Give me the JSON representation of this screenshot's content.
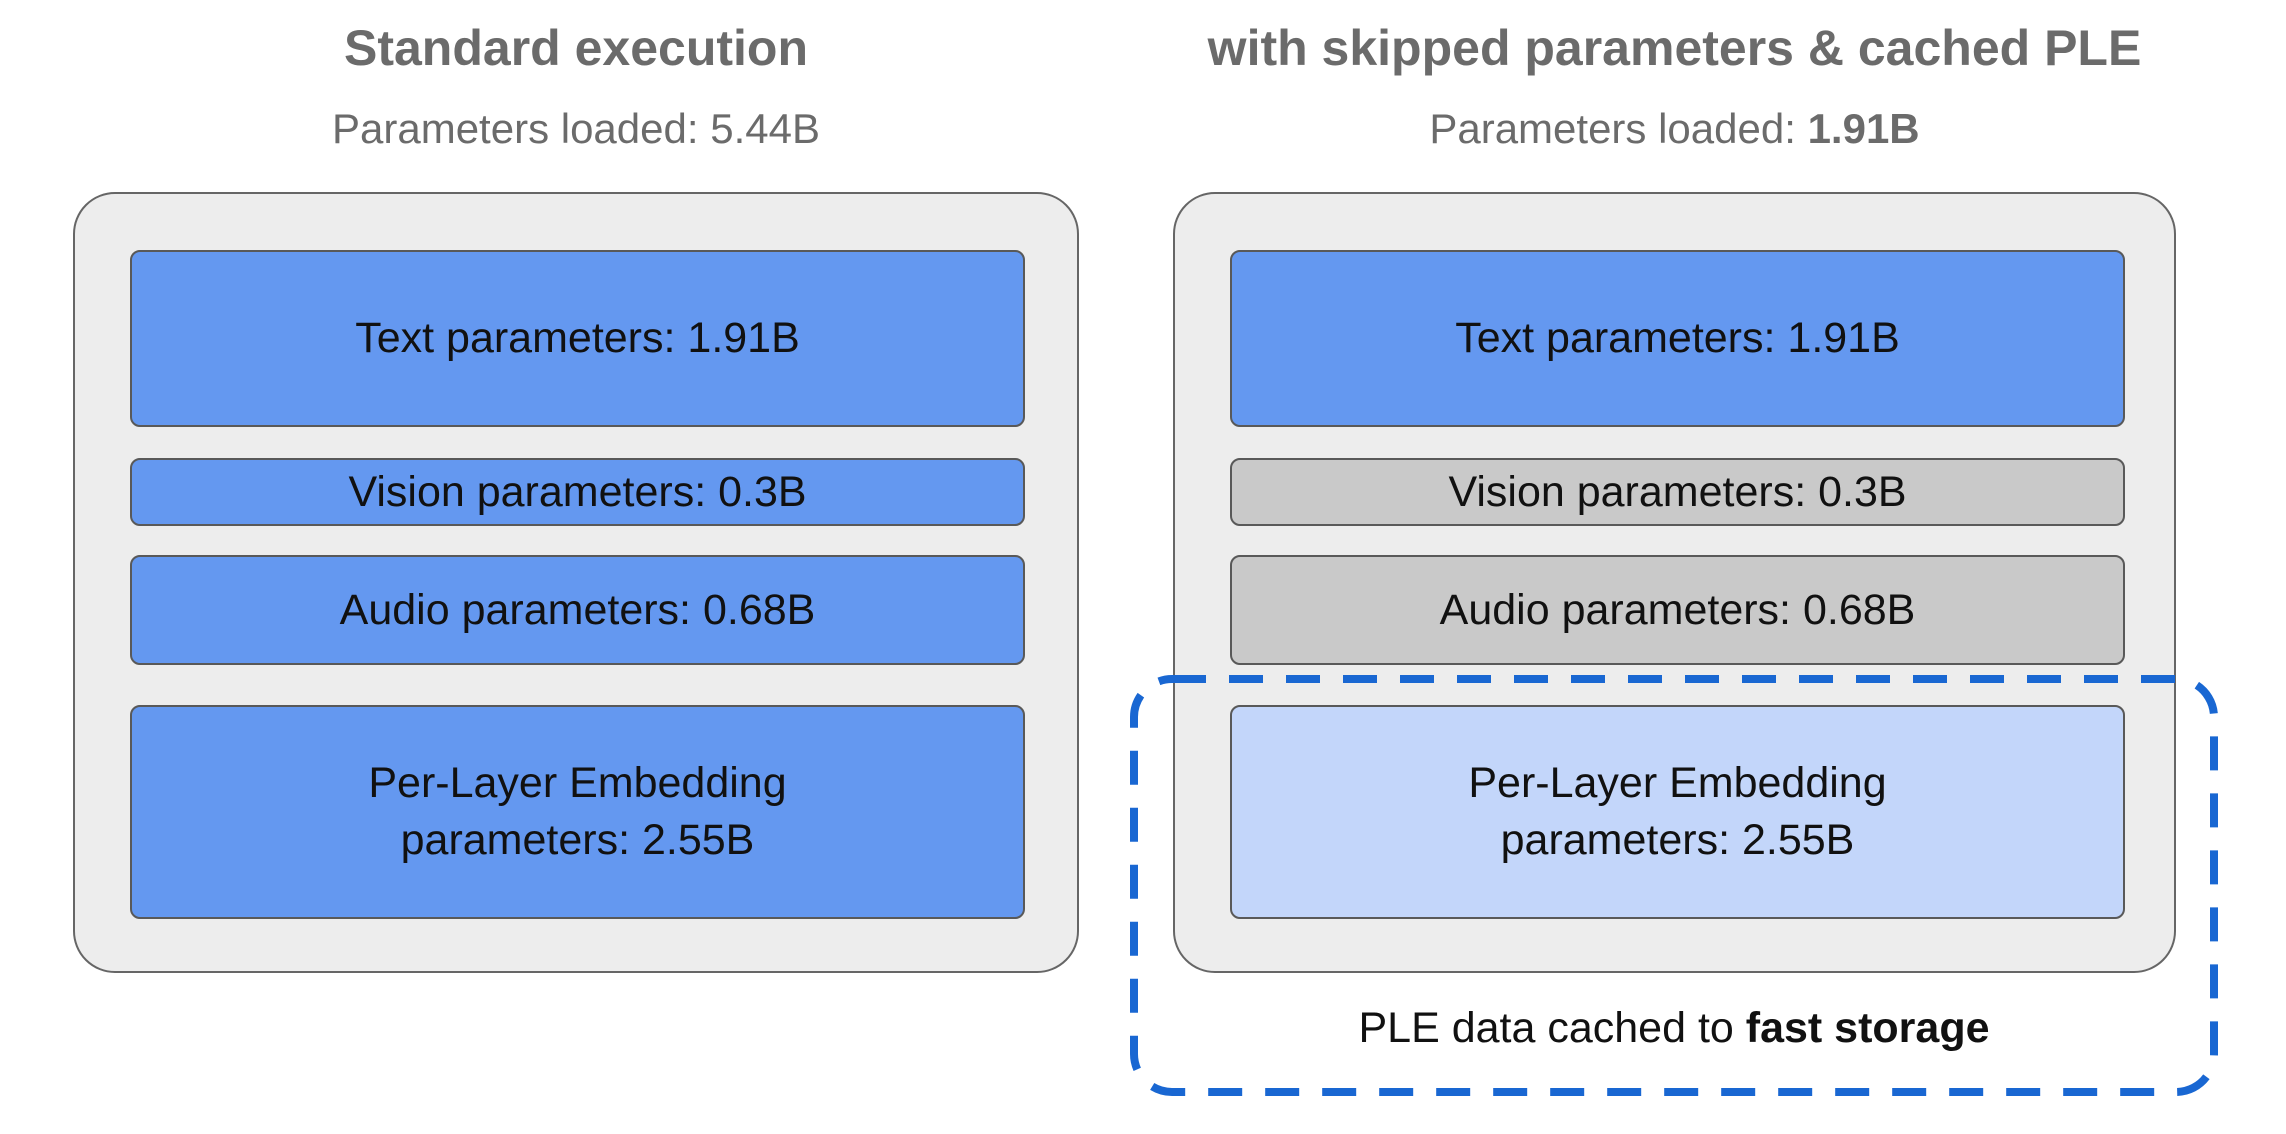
{
  "left": {
    "title": "Standard execution",
    "subtitle_prefix": "Parameters loaded: ",
    "subtitle_value": "5.44B",
    "boxes": {
      "text": "Text parameters: 1.91B",
      "vision": "Vision parameters: 0.3B",
      "audio": "Audio parameters: 0.68B",
      "ple_line1": "Per-Layer Embedding",
      "ple_line2": "parameters: 2.55B"
    }
  },
  "right": {
    "title": "with skipped parameters & cached PLE",
    "subtitle_prefix": "Parameters loaded: ",
    "subtitle_value": "1.91B",
    "boxes": {
      "text": "Text parameters: 1.91B",
      "vision": "Vision parameters: 0.3B",
      "audio": "Audio parameters: 0.68B",
      "ple_line1": "Per-Layer Embedding",
      "ple_line2": "parameters: 2.55B"
    },
    "cache_note_prefix": "PLE data cached to ",
    "cache_note_emphasis": "fast storage"
  },
  "colors": {
    "loaded_param_fill": "#6498F0",
    "skipped_param_fill": "#C9C9C9",
    "cached_param_fill": "#C3D6FA",
    "container_fill": "#EDEDED",
    "dashed_outline": "#1967D2",
    "title_gray": "#6B6B6B"
  }
}
